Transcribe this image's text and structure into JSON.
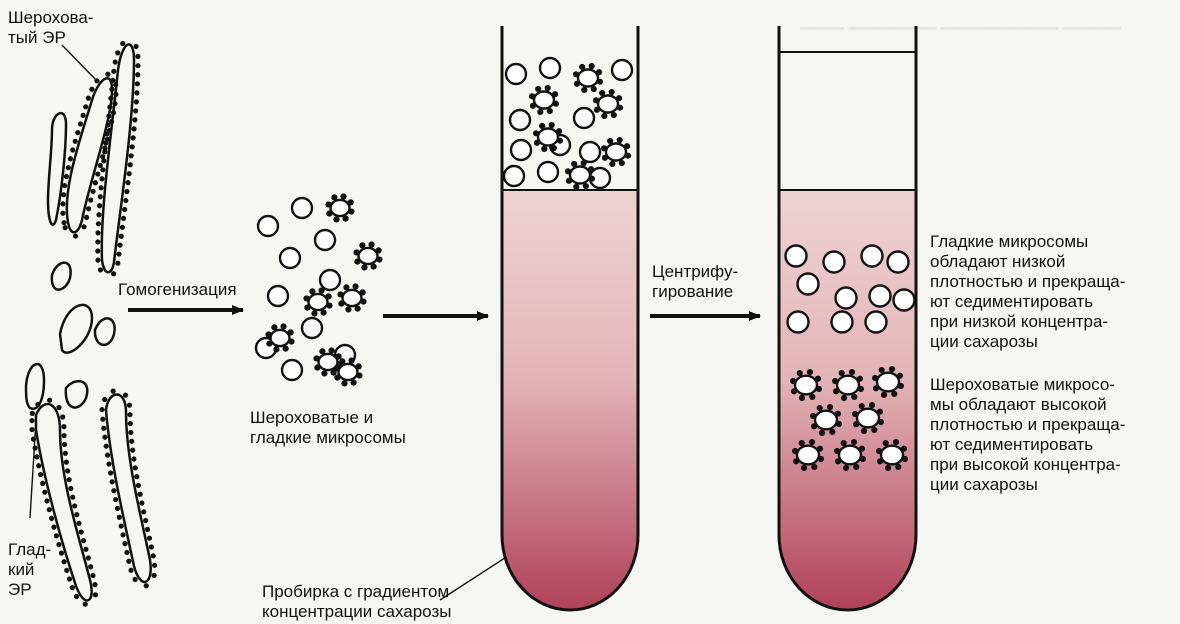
{
  "labels": {
    "rough_er": [
      "Шерохова-",
      "тый ЭР"
    ],
    "smooth_er": [
      "Глад-",
      "кий",
      "ЭР"
    ],
    "homogenization": "Гомогенизация",
    "mixed_microsomes": [
      "Шероховатые и",
      "гладкие микросомы"
    ],
    "centrifugation": [
      "Центрифу-",
      "гирование"
    ],
    "tube": [
      "Пробирка с градиентом",
      "концентрации сахарозы"
    ],
    "smooth_result": [
      "Гладкие микросомы",
      "обладают низкой",
      "плотностью и прекраща-",
      "ют седиментировать",
      "при низкой концентра-",
      "ции сахарозы"
    ],
    "rough_result": [
      "Шероховатые микросо-",
      "мы обладают высокой",
      "плотностью и прекраща-",
      "ют седиментировать",
      "при высокой концентра-",
      "ции сахарозы"
    ]
  },
  "colors": {
    "ink": "#111111",
    "gradient_top": "#eed3d3",
    "gradient_bottom": "#b0415a"
  }
}
